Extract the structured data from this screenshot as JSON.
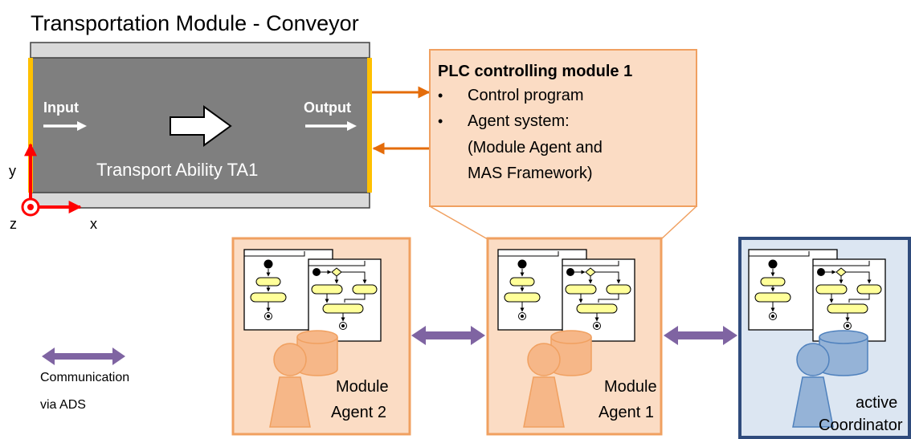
{
  "title": "Transportation Module - Conveyor",
  "conveyor": {
    "input_label": "Input",
    "output_label": "Output",
    "ability_label": "Transport Ability TA1"
  },
  "axes": {
    "y": "y",
    "z": "z",
    "x": "x"
  },
  "plc_box": {
    "title": "PLC controlling module 1",
    "bullets": [
      "Control program",
      "Agent system:"
    ],
    "sub_line1": "(Module Agent and",
    "sub_line2": "MAS Framework)"
  },
  "agents": [
    {
      "line1": "Module",
      "line2": "Agent 2"
    },
    {
      "line1": "Module",
      "line2": "Agent 1"
    },
    {
      "line1": "active",
      "line2": "Coordinator"
    }
  ],
  "legend": {
    "line1": "Communication",
    "line2": "via ADS"
  },
  "colors": {
    "orange_border": "#f0a060",
    "orange_fill": "#fbdcc4",
    "orange_arrow": "#e46c0a",
    "blue_border": "#2f4b7c",
    "blue_fill": "#dce6f2",
    "purple": "#7f64a2",
    "conveyor_gray": "#7f7f7f",
    "edge_yellow": "#ffc000",
    "axis_red": "#ff0000"
  }
}
